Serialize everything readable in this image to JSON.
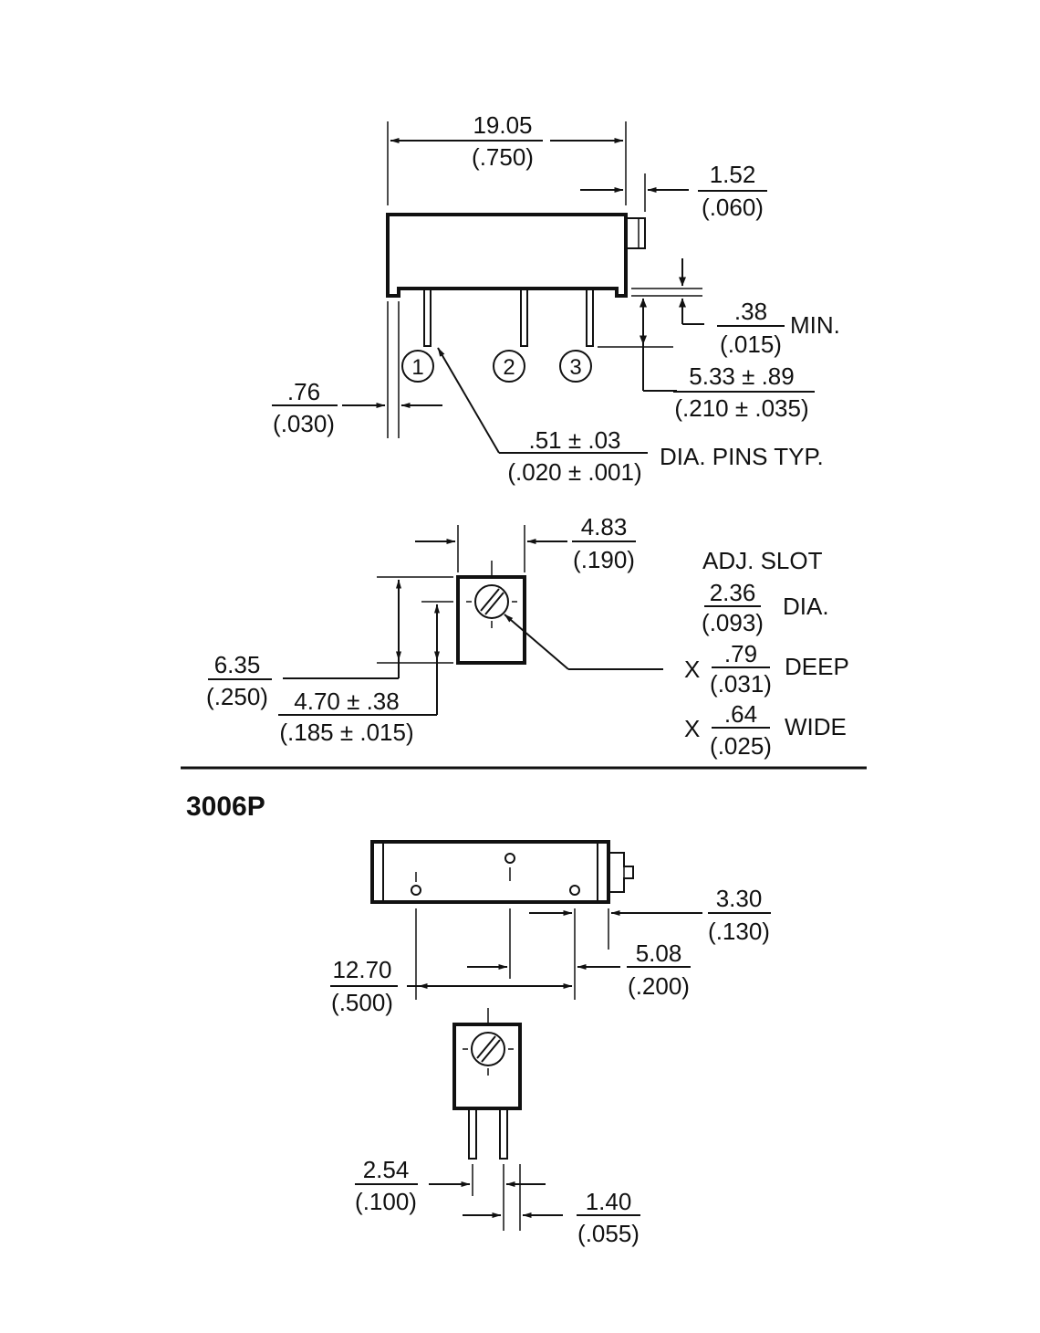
{
  "section_title": "3006P",
  "pins": {
    "pin1": "1",
    "pin2": "2",
    "pin3": "3"
  },
  "dimensions": {
    "overall_length": {
      "mm": "19.05",
      "inch": "(.750)"
    },
    "knob_protrusion": {
      "mm": "1.52",
      "inch": "(.060)"
    },
    "standoff": {
      "mm": ".38",
      "inch": "(.015)",
      "note": "MIN."
    },
    "pin_length": {
      "mm": "5.33 ± .89",
      "inch": "(.210 ± .035)"
    },
    "body_offset": {
      "mm": ".76",
      "inch": "(.030)"
    },
    "pin_diameter": {
      "mm": ".51 ± .03",
      "inch": "(.020 ± .001)",
      "note": "DIA. PINS TYP."
    },
    "end_width": {
      "mm": "4.83",
      "inch": "(.190)"
    },
    "end_height": {
      "mm": "6.35",
      "inch": "(.250)"
    },
    "slot_height": {
      "mm": "4.70 ± .38",
      "inch": "(.185 ± .015)"
    },
    "adj_slot": {
      "label": "ADJ. SLOT",
      "dia": {
        "mm": "2.36",
        "inch": "(.093)",
        "note": "DIA."
      },
      "deep": {
        "prefix": "X",
        "mm": ".79",
        "inch": "(.031)",
        "note": "DEEP"
      },
      "wide": {
        "prefix": "X",
        "mm": ".64",
        "inch": "(.025)",
        "note": "WIDE"
      }
    },
    "pin_row_offset": {
      "mm": "3.30",
      "inch": "(.130)"
    },
    "pin_spacing_outer": {
      "mm": "12.70",
      "inch": "(.500)"
    },
    "pin_spacing_inner": {
      "mm": "5.08",
      "inch": "(.200)"
    },
    "pin_pitch": {
      "mm": "2.54",
      "inch": "(.100)"
    },
    "pin_width": {
      "mm": "1.40",
      "inch": "(.055)"
    }
  }
}
